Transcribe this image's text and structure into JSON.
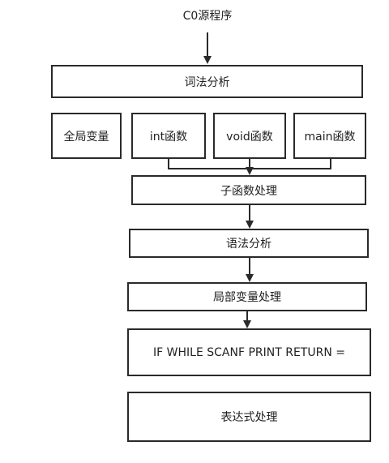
{
  "source_label": "C0源程序",
  "nodes": {
    "lexical": "词法分析",
    "global_vars": "全局变量",
    "int_func": "int函数",
    "void_func": "void函数",
    "main_func": "main函数",
    "subfunc": "子函数处理",
    "syntax": "语法分析",
    "local_vars": "局部变量处理",
    "statements": "IF WHILE SCANF PRINT RETURN =",
    "expression": "表达式处理"
  }
}
